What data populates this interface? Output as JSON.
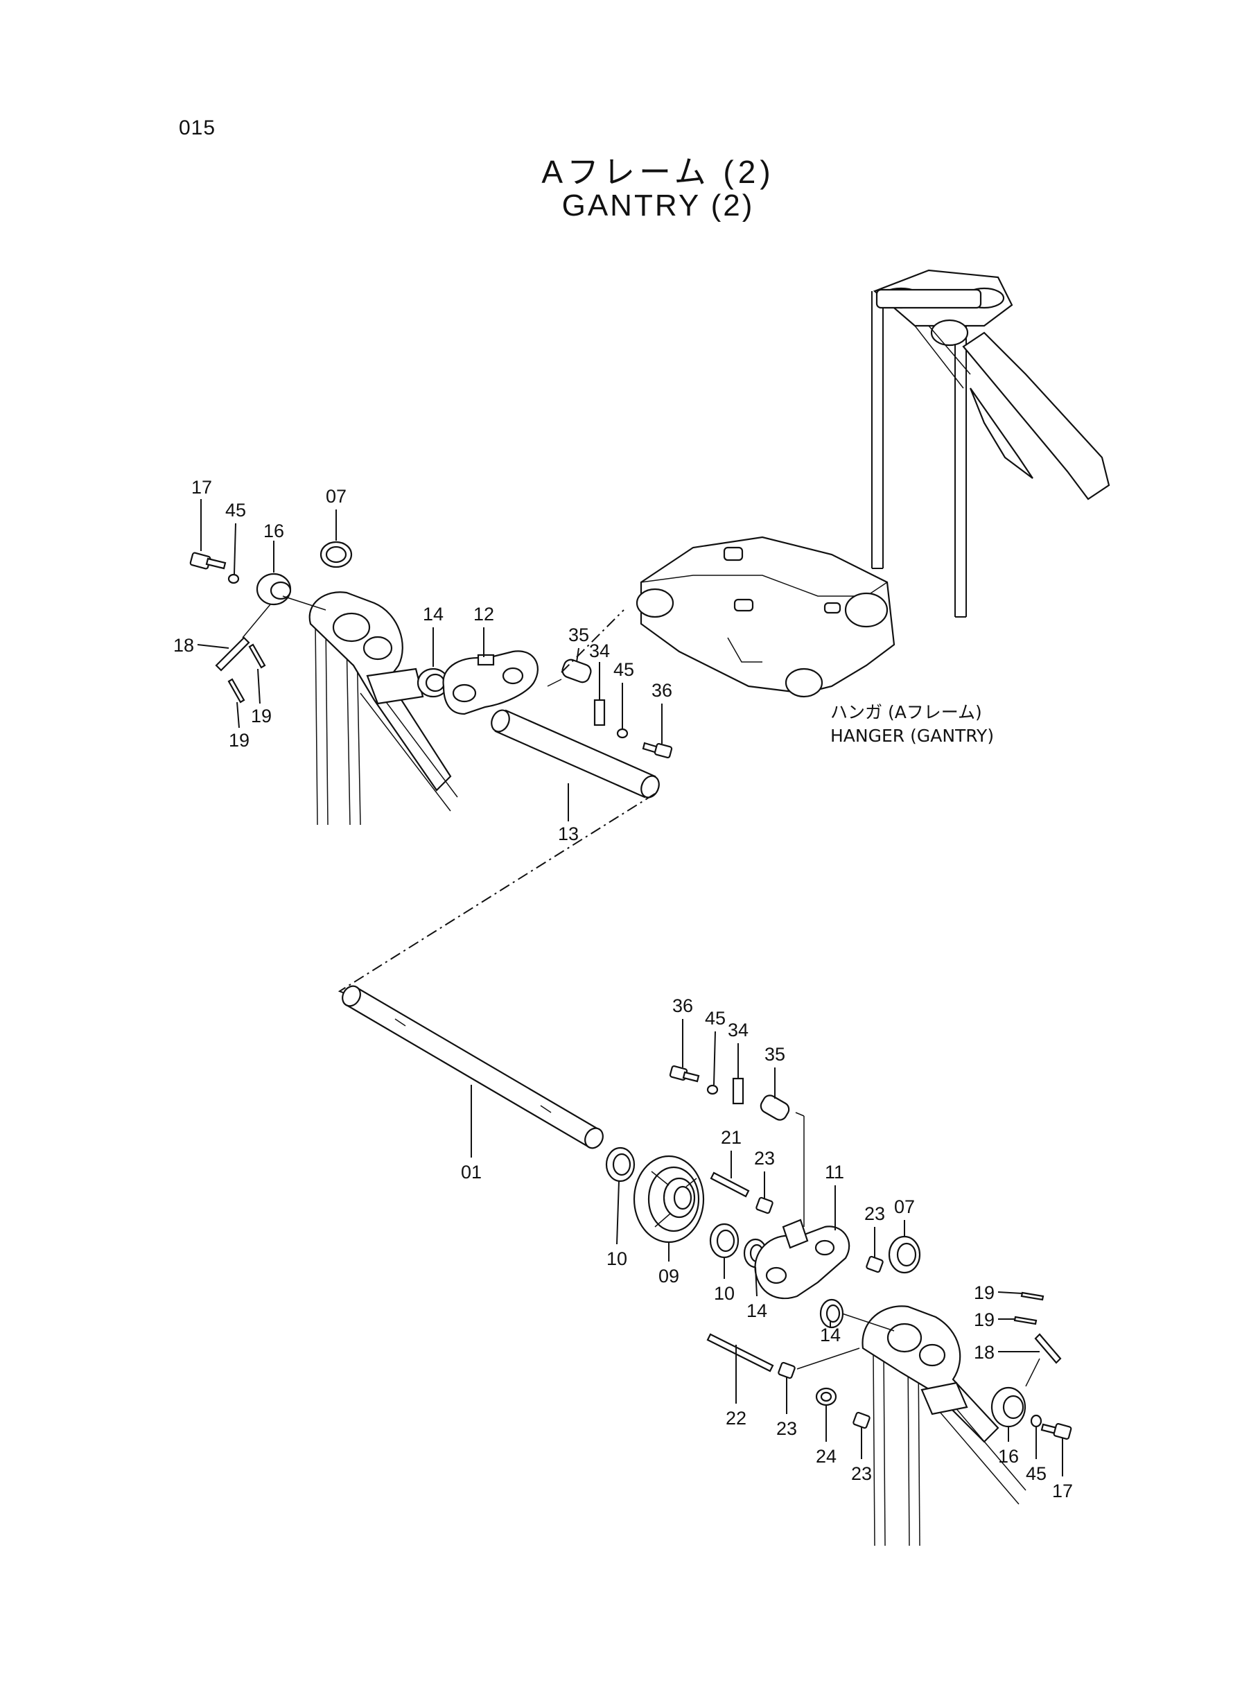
{
  "page_number": "015",
  "title_ja": "Aフレーム (2)",
  "title_en": "GANTRY (2)",
  "caption": {
    "ja": "ハンガ (Aフレーム)",
    "en": "HANGER (GANTRY)"
  },
  "callouts": {
    "upper": [
      "17",
      "45",
      "16",
      "07",
      "18",
      "19",
      "19",
      "14",
      "12",
      "35",
      "34",
      "45",
      "36",
      "13"
    ],
    "lower": [
      "36",
      "45",
      "34",
      "35",
      "01",
      "21",
      "23",
      "11",
      "23",
      "07",
      "10",
      "09",
      "10",
      "14",
      "14",
      "19",
      "19",
      "18",
      "22",
      "23",
      "24",
      "23",
      "16",
      "45",
      "17"
    ]
  }
}
